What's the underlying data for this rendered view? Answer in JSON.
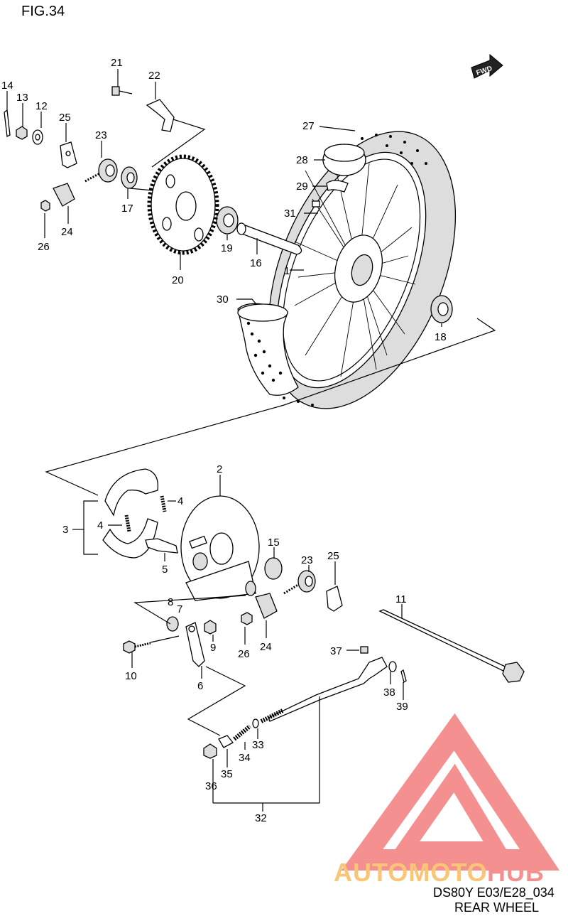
{
  "figure_label": "FIG.34",
  "fwd_badge": "FWD",
  "part_numbers": [
    "1",
    "2",
    "3",
    "4",
    "4",
    "5",
    "6",
    "7",
    "8",
    "9",
    "10",
    "11",
    "12",
    "13",
    "14",
    "15",
    "16",
    "17",
    "18",
    "19",
    "20",
    "21",
    "22",
    "23",
    "23",
    "24",
    "24",
    "25",
    "25",
    "26",
    "26",
    "27",
    "28",
    "29",
    "30",
    "31",
    "32",
    "33",
    "34",
    "35",
    "36",
    "37",
    "38",
    "39"
  ],
  "watermark": {
    "part1": "AUTOMOTO",
    "part2": "HUB",
    "color1": "#f7b24a",
    "color2": "#f26b6b"
  },
  "footer": {
    "code": "DS80Y  E03/E28_034",
    "title": "REAR WHEEL"
  }
}
